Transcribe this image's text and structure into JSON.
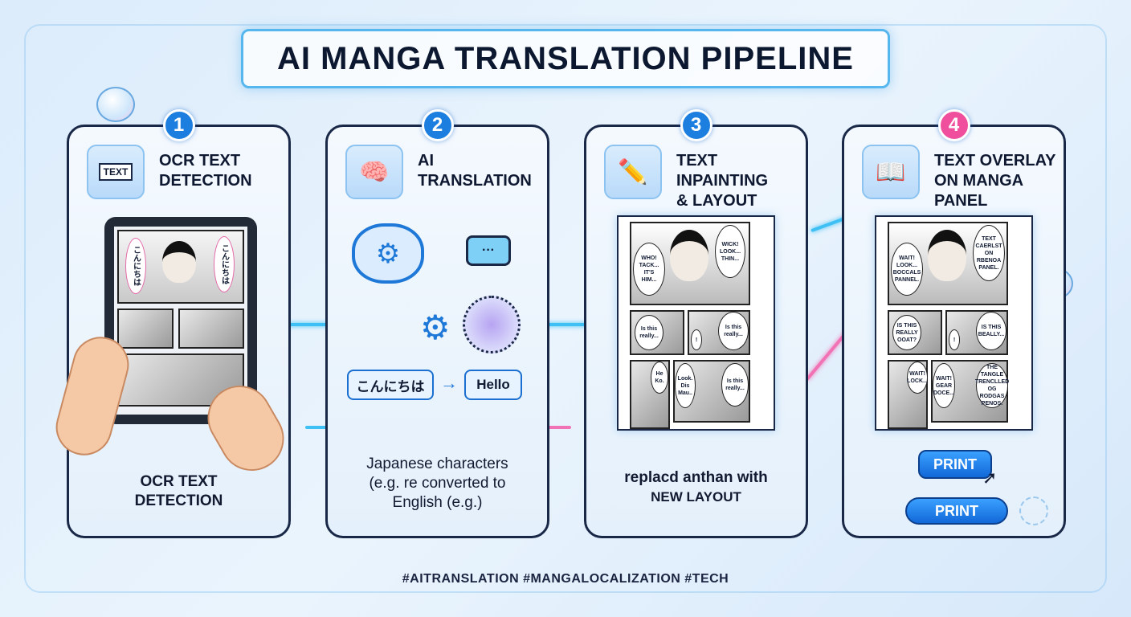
{
  "title": "AI MANGA TRANSLATION PIPELINE",
  "steps": [
    {
      "number": "1",
      "title_line1": "OCR TEXT",
      "title_line2": "DETECTION",
      "icon": "text-scan-icon",
      "icon_label": "TEXT",
      "caption_line1": "OCR TEXT",
      "caption_line2": "DETECTION",
      "screen_text": [
        "こんにちは",
        "こんにちは"
      ]
    },
    {
      "number": "2",
      "title_line1": "AI",
      "title_line2": "TRANSLATION",
      "icon": "brain-gear-icon",
      "source_text": "こんにちは",
      "target_text": "Hello",
      "caption_line1": "Japanese characters",
      "caption_line2": "(e.g. re converted to",
      "caption_line3": "English (e.g.)"
    },
    {
      "number": "3",
      "title_line1": "TEXT INPAINTING",
      "title_line2": "& LAYOUT",
      "icon": "pencil-chat-icon",
      "caption_line1": "replacd anthan with",
      "caption_line2": "NEW LAYOUT",
      "bubbles": [
        "WHO! TACK... IT'S HIM...",
        "WICK! LOOK... THIN...",
        "Is this really...",
        "Is this really...",
        "!",
        "He Ko.",
        "Look. Dis Mau..",
        "Is this really..."
      ]
    },
    {
      "number": "4",
      "title_line1": "TEXT OVERLAY",
      "title_line2": "ON MANGA PANEL",
      "icon": "manga-book-icon",
      "bubbles": [
        "WAIT! LOOK... BOCCALS PANNEL.",
        "TEXT CAERLST ON RBENOA PANEL.",
        "IS THIS REALLY OOAT?",
        "IS THIS BEALLY...",
        "!",
        "WAIT! LOCK...",
        "WAIT! GEAR DOCE...",
        "THE TANGLE TRENCLLED OG RODGAS PENOS."
      ],
      "print_button_1": "PRINT",
      "print_button_2": "PRINT"
    }
  ],
  "hashtags": "#AITRANSLATION #MANGALOCALIZATION #TECH",
  "colors": {
    "accent_blue": "#1c7fe0",
    "accent_pink": "#ef4f9c",
    "arrow_cyan": "#3fc0f5",
    "card_border": "#1a2848"
  }
}
